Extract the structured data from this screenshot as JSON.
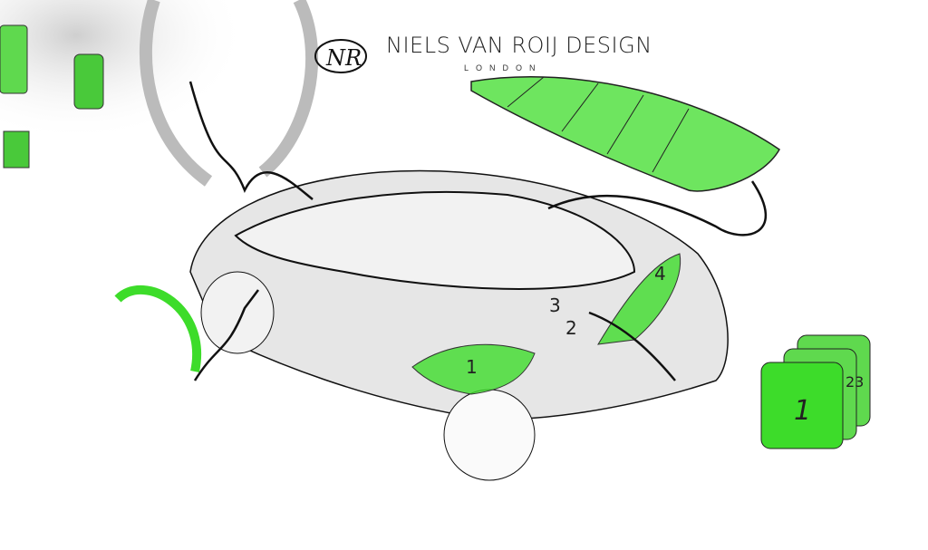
{
  "brand": {
    "name": "NIELS VAN ROIJ DESIGN",
    "location": "LONDON",
    "monogram": "NR"
  },
  "labels": {
    "trunk_area": "1",
    "floor_2": "2",
    "floor_3": "3",
    "side_panel": "4",
    "case_front": "1",
    "case_stack": "23"
  },
  "colors": {
    "accent_green": "#3ddc2a",
    "sketch_grey": "#d9d9d9",
    "line": "#111111"
  }
}
